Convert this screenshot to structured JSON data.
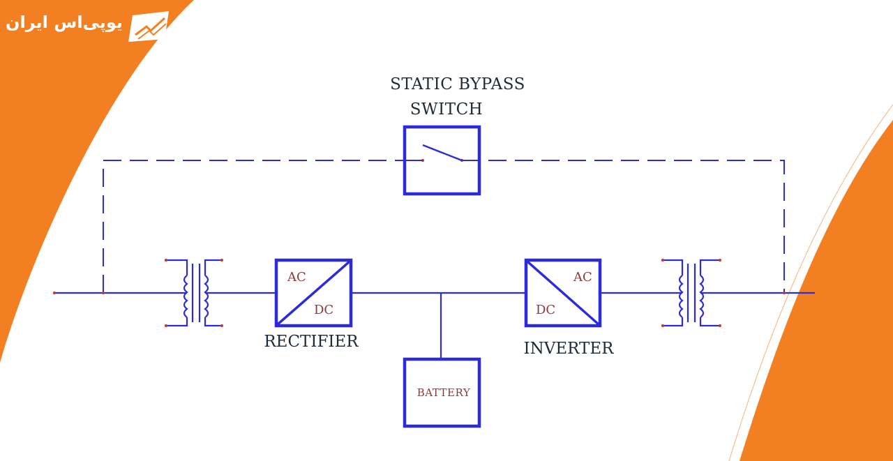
{
  "brand": {
    "logo_text": "یوپی‌اس ایران",
    "accent_color": "#f28023",
    "line_color": "#2b2bdc"
  },
  "diagram": {
    "bypass_label_line1": "STATIC BYPASS",
    "bypass_label_line2": "SWITCH",
    "rectifier": {
      "label": "RECTIFIER",
      "in": "AC",
      "out": "DC"
    },
    "inverter": {
      "label": "INVERTER",
      "in": "DC",
      "out": "AC"
    },
    "battery": {
      "label": "BATTERY"
    }
  }
}
